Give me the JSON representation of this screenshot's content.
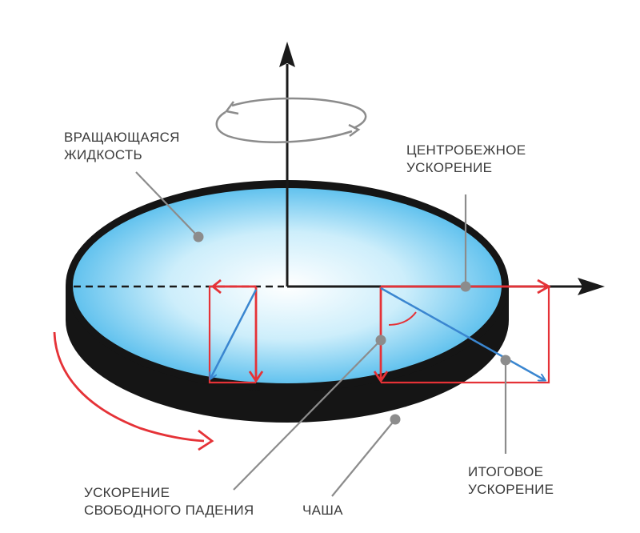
{
  "labels": {
    "rotating_fluid": [
      "ВРАЩАЮЩАЯСЯ",
      "ЖИДКОСТЬ"
    ],
    "centrifugal_acceleration": [
      "ЦЕНТРОБЕЖНОЕ",
      "УСКОРЕНИЕ"
    ],
    "resultant_acceleration": [
      "ИТОГОВОЕ",
      "УСКОРЕНИЕ"
    ],
    "gravity_acceleration": [
      "УСКОРЕНИЕ",
      "СВОБОДНОГО ПАДЕНИЯ"
    ],
    "bowl": "ЧАША"
  },
  "colors": {
    "axis": "#1a1a1a",
    "bowl": "#151515",
    "fluid_light": "#ffffff",
    "fluid_dark": "#62c2ee",
    "vector_red": "#e53237",
    "vector_blue": "#3a86d0",
    "rotation_arrow": "#8c8c8c",
    "leader_line": "#8c8c8c",
    "text": "#3a3a3a"
  }
}
